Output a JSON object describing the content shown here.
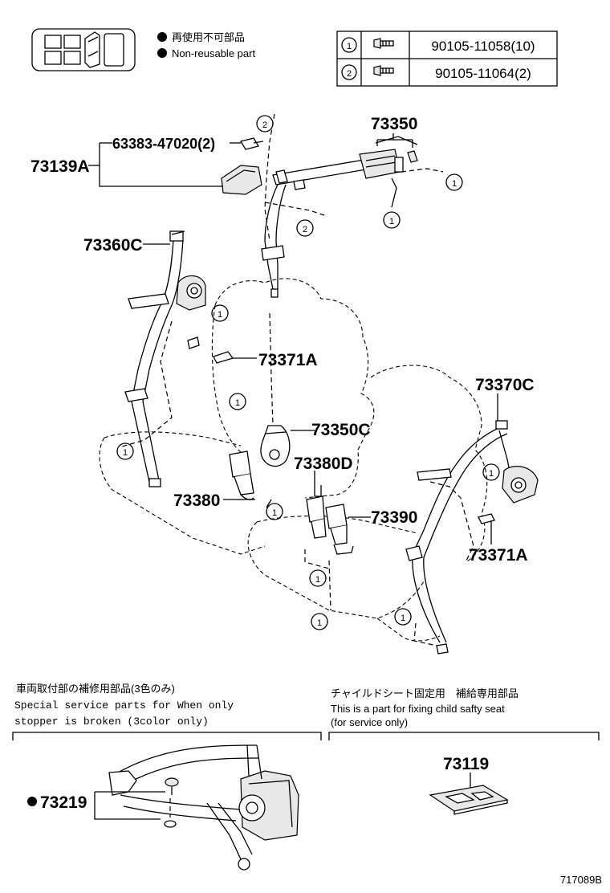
{
  "legend": {
    "bullet_ja": "再使用不可部品",
    "bullet_en": "Non-reusable part"
  },
  "bolt_table": [
    {
      "ref": "1",
      "icon": "bolt-icon",
      "part": "90105-11058(10)"
    },
    {
      "ref": "2",
      "icon": "bolt-icon",
      "part": "90105-11064(2)"
    }
  ],
  "callouts": {
    "c73350": "73350",
    "c63383": "63383-47020(2)",
    "c73139A": "73139A",
    "c73360C": "73360C",
    "c73371A_top": "73371A",
    "c73370C": "73370C",
    "c73350C": "73350C",
    "c73380D": "73380D",
    "c73380": "73380",
    "c73390": "73390",
    "c73371A_right": "73371A",
    "c73219": "73219",
    "c73119": "73119"
  },
  "circle_refs": {
    "one": "1",
    "two": "2"
  },
  "service_left": {
    "ja": "車両取付部の補修用部品(3色のみ)",
    "line1": "Special  service  parts  for  When  only",
    "line2": "stopper  is  broken  (3color  only)"
  },
  "service_right": {
    "ja": "チャイルドシート固定用　補給専用部品",
    "line1": "This is a part for fixing child safty seat",
    "line2": "(for service only)"
  },
  "figure_id": "717089B"
}
